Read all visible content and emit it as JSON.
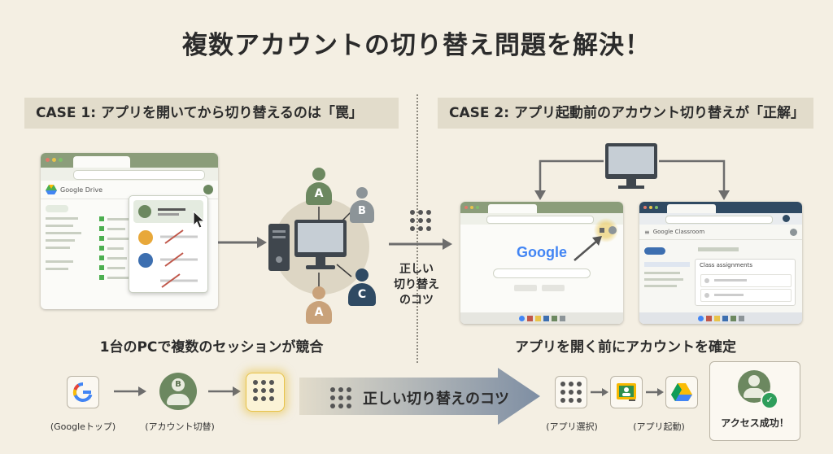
{
  "title": "複数アカウントの切り替え問題を解決！",
  "case1": {
    "heading": "CASE 1: アプリを開いてから切り替えるのは「罠」",
    "brand": "Google Drive",
    "caption": "1台のPCで複数のセッションが競合",
    "avatars": [
      "A",
      "B",
      "C",
      "A"
    ]
  },
  "case2": {
    "heading": "CASE 2: アプリ起動前のアカウント切り替えが「正解」",
    "google_logo": "Google",
    "classroom_brand": "Google Classroom",
    "classroom_card": "Class assignments",
    "caption": "アプリを開く前にアカウントを確定"
  },
  "middle_tip": [
    "正しい",
    "切り替え",
    "のコツ"
  ],
  "flow": {
    "banner": "正しい切り替えのコツ",
    "steps": [
      "(Googleトップ)",
      "(アカウント切替)",
      "(アプリ選択)",
      "(アプリ起動)"
    ],
    "avatar_letter": "B",
    "success": "アクセス成功！"
  },
  "colors": {
    "sage": "#8b9d7a",
    "navy": "#2f4a63",
    "accent": "#e8c34a"
  }
}
